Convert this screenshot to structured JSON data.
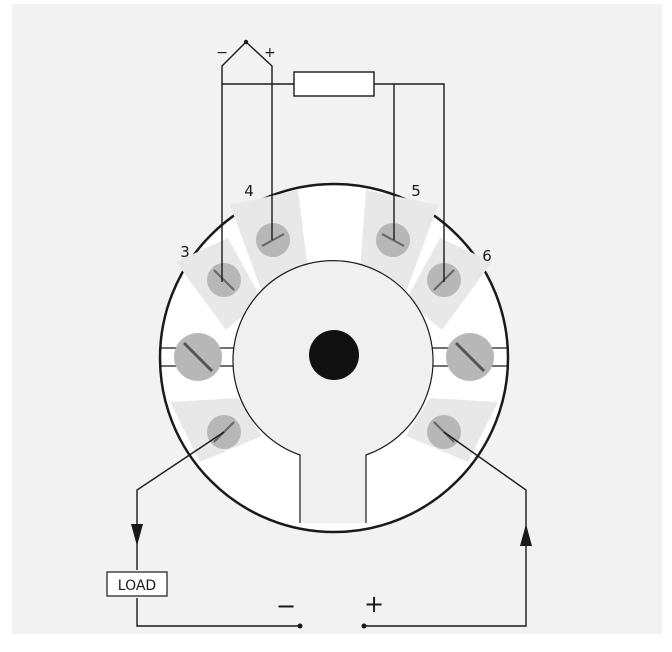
{
  "terminals": {
    "t3": "3",
    "t4": "4",
    "t5": "5",
    "t6": "6"
  },
  "thermocouple": {
    "minus": "−",
    "plus": "+"
  },
  "load": {
    "label": "LOAD"
  },
  "supply": {
    "minus": "−",
    "plus": "+"
  },
  "colors": {
    "background": "#f2f2f2",
    "housing_outline": "#1a1a1a",
    "screw_fill": "#b7b7b7",
    "pad_fill": "#e8e8e8",
    "wire": "#1a1a1a",
    "center_hole": "#111111"
  }
}
